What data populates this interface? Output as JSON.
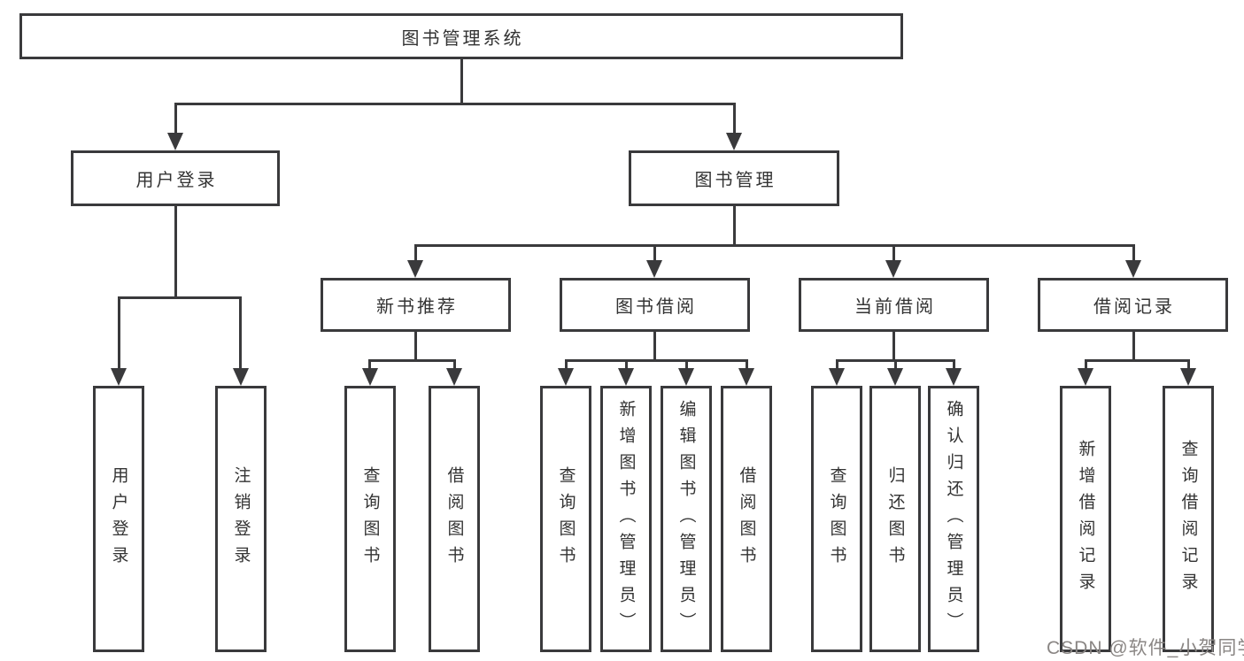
{
  "diagram": {
    "root": {
      "label": "图书管理系统"
    },
    "branches": [
      {
        "label": "用户登录",
        "children": [
          {
            "label": "用户登录"
          },
          {
            "label": "注销登录"
          }
        ]
      },
      {
        "label": "图书管理",
        "children": [
          {
            "label": "新书推荐",
            "children": [
              {
                "label": "查询图书"
              },
              {
                "label": "借阅图书"
              }
            ]
          },
          {
            "label": "图书借阅",
            "children": [
              {
                "label": "查询图书"
              },
              {
                "label": "新增图书（管理员）"
              },
              {
                "label": "编辑图书（管理员）"
              },
              {
                "label": "借阅图书"
              }
            ]
          },
          {
            "label": "当前借阅",
            "children": [
              {
                "label": "查询图书"
              },
              {
                "label": "归还图书"
              },
              {
                "label": "确认归还（管理员）"
              }
            ]
          },
          {
            "label": "借阅记录",
            "children": [
              {
                "label": "新增借阅记录"
              },
              {
                "label": "查询借阅记录"
              }
            ]
          }
        ]
      }
    ]
  },
  "watermark": {
    "text": "CSDN @软件_小贺同学"
  },
  "colors": {
    "line": "#3a3a3c",
    "box_border": "#3a3a3c",
    "text": "#333333",
    "watermark": "#8a8684",
    "background": "#ffffff"
  }
}
